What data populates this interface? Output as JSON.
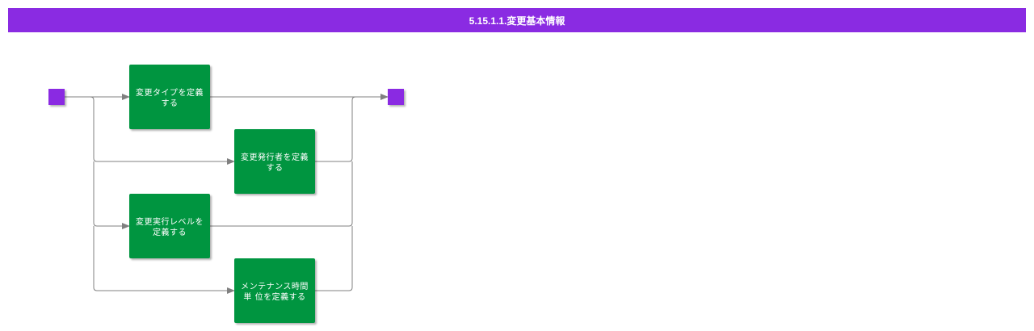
{
  "title": "5.15.1.1.変更基本情報",
  "colors": {
    "header": "#8a2be2",
    "terminal": "#8a2be2",
    "task": "#00953f",
    "edge": "#808080"
  },
  "nodes": [
    {
      "id": "task-1",
      "lines": [
        "変更タイプを定義",
        "する"
      ]
    },
    {
      "id": "task-2",
      "lines": [
        "変更発行者を定義",
        "する"
      ]
    },
    {
      "id": "task-3",
      "lines": [
        "変更実行レベルを",
        "定義する"
      ]
    },
    {
      "id": "task-4",
      "lines": [
        "メンテナンス時間",
        "単 位を定義する"
      ]
    }
  ]
}
